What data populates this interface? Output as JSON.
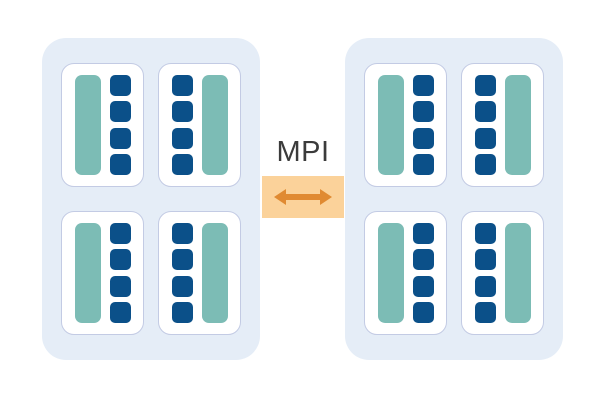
{
  "diagram": {
    "title": "MPI",
    "type": "distributed-memory-architecture",
    "colors": {
      "node_background": "#E5EDF7",
      "socket_background": "#FFFFFF",
      "socket_border": "#C3CBE4",
      "memory_bar": "#7CBCB5",
      "core": "#0B5089",
      "link_band": "#FBD29A",
      "link_arrow": "#E08A32",
      "label_text": "#3B3B3B",
      "page_background": "#FFFFFF"
    }
  },
  "link": {
    "label": "MPI",
    "arrow_icon": "double-headed-horizontal-arrow-icon"
  },
  "nodes": [
    {
      "name": "node-left",
      "sockets": [
        {
          "name": "socket-1",
          "memory_side": "left",
          "core_count": 4
        },
        {
          "name": "socket-2",
          "memory_side": "right",
          "core_count": 4
        },
        {
          "name": "socket-3",
          "memory_side": "left",
          "core_count": 4
        },
        {
          "name": "socket-4",
          "memory_side": "right",
          "core_count": 4
        }
      ]
    },
    {
      "name": "node-right",
      "sockets": [
        {
          "name": "socket-1",
          "memory_side": "left",
          "core_count": 4
        },
        {
          "name": "socket-2",
          "memory_side": "right",
          "core_count": 4
        },
        {
          "name": "socket-3",
          "memory_side": "left",
          "core_count": 4
        },
        {
          "name": "socket-4",
          "memory_side": "right",
          "core_count": 4
        }
      ]
    }
  ]
}
